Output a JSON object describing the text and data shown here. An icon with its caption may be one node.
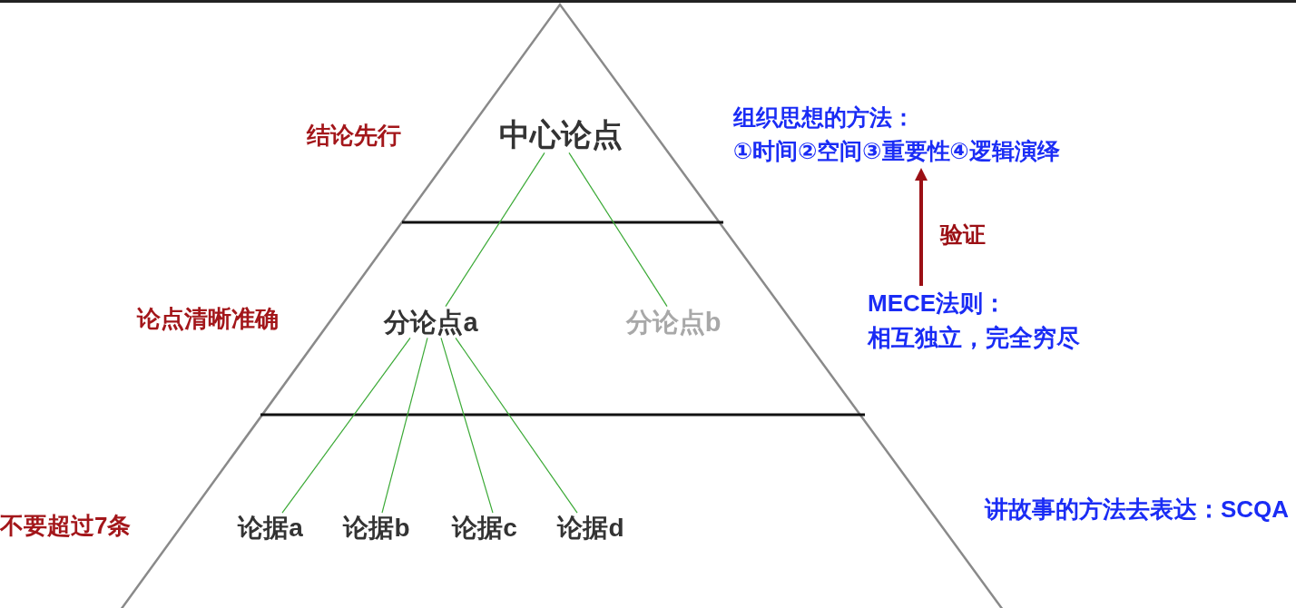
{
  "diagram": {
    "nodes": [
      {
        "text": [
          "中心论点"
        ]
      },
      {
        "text": [
          "分论点a"
        ]
      },
      {
        "text": [
          "分论点b"
        ]
      },
      {
        "text": [
          "论据a"
        ]
      },
      {
        "text": [
          "论据b"
        ]
      },
      {
        "text": [
          "论据c"
        ]
      },
      {
        "text": [
          "论据d"
        ]
      },
      {
        "text": [
          "组织思想的方法：",
          "①时间②空间③重要性④逻辑演绎"
        ]
      },
      {
        "text": [
          "MECE法则：",
          "相互独立，完全穷尽"
        ]
      }
    ],
    "edges": [
      {
        "from": 0,
        "to": 1,
        "arrow": "none"
      },
      {
        "from": 0,
        "to": 2,
        "arrow": "none"
      },
      {
        "from": 1,
        "to": 3,
        "arrow": "none"
      },
      {
        "from": 1,
        "to": 4,
        "arrow": "none"
      },
      {
        "from": 1,
        "to": 5,
        "arrow": "none"
      },
      {
        "from": 1,
        "to": 6,
        "arrow": "none"
      },
      {
        "from": 8,
        "to": 7,
        "arrow": "to",
        "label": "验证",
        "style": "thick",
        "color": "#9b0f14"
      }
    ],
    "labels": [
      "结论先行",
      "论点清晰准确",
      "不要超过7条",
      "讲故事的方法去表达：SCQA"
    ]
  }
}
